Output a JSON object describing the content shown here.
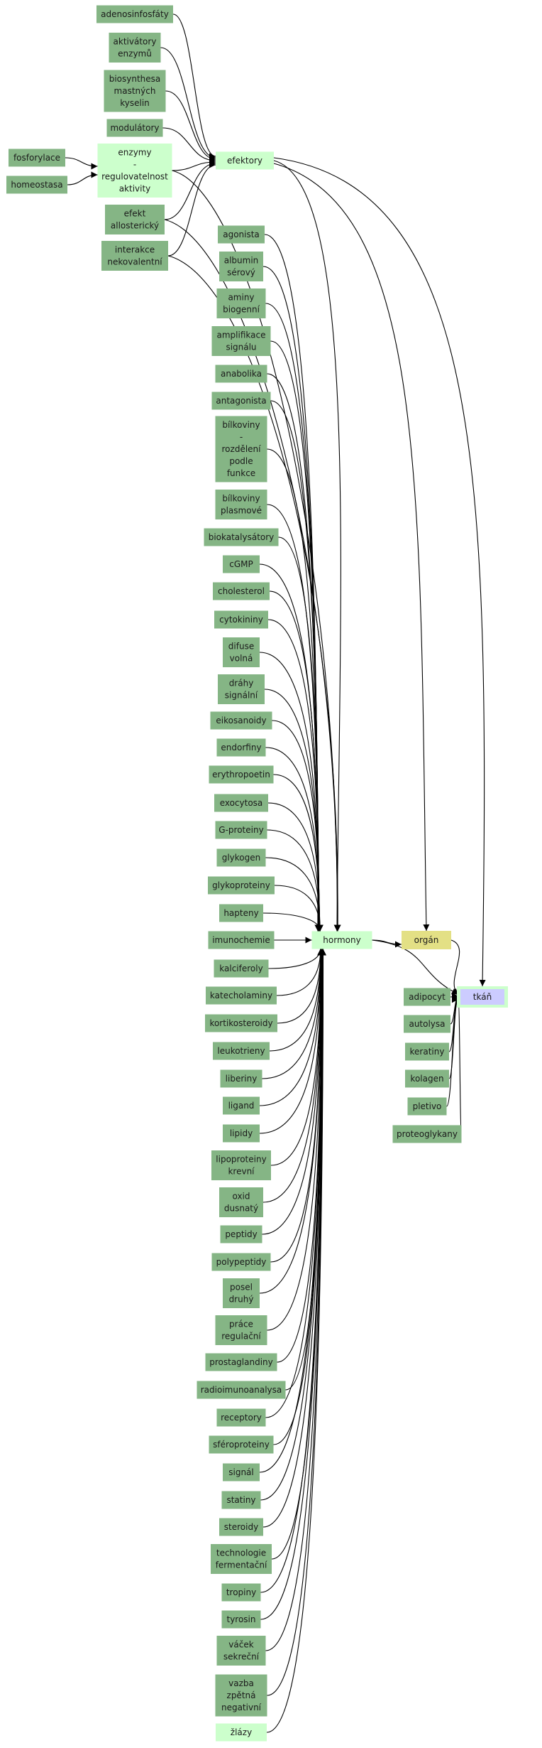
{
  "colors": {
    "source": "#85b585",
    "hub": "#ccffcc",
    "organ": "#e3e085",
    "tissue": "#ccccff",
    "tissue_border": "#ccffcc",
    "edge": "#000000"
  },
  "nodes": [
    {
      "id": "adenosinfosfaty",
      "lines": [
        "adenosinfosfáty"
      ],
      "kind": "source"
    },
    {
      "id": "aktivatory",
      "lines": [
        "aktivátory",
        "enzymů"
      ],
      "kind": "source"
    },
    {
      "id": "biosynthesa",
      "lines": [
        "biosynthesa",
        "mastných",
        "kyselin"
      ],
      "kind": "source"
    },
    {
      "id": "modulatory",
      "lines": [
        "modulátory"
      ],
      "kind": "source"
    },
    {
      "id": "fosforylace",
      "lines": [
        "fosforylace"
      ],
      "kind": "source"
    },
    {
      "id": "homeostasa",
      "lines": [
        "homeostasa"
      ],
      "kind": "source"
    },
    {
      "id": "enzymy",
      "lines": [
        "enzymy",
        "-",
        "regulovatelnost",
        "aktivity"
      ],
      "kind": "hub"
    },
    {
      "id": "efekt",
      "lines": [
        "efekt",
        "allosterický"
      ],
      "kind": "source"
    },
    {
      "id": "interakce",
      "lines": [
        "interakce",
        "nekovalentní"
      ],
      "kind": "source"
    },
    {
      "id": "efektory",
      "lines": [
        "efektory"
      ],
      "kind": "hub"
    },
    {
      "id": "agonista",
      "lines": [
        "agonista"
      ],
      "kind": "source"
    },
    {
      "id": "albumin",
      "lines": [
        "albumin",
        "sérový"
      ],
      "kind": "source"
    },
    {
      "id": "aminy",
      "lines": [
        "aminy",
        "biogenní"
      ],
      "kind": "source"
    },
    {
      "id": "amplifikace",
      "lines": [
        "amplifikace",
        "signálu"
      ],
      "kind": "source"
    },
    {
      "id": "anabolika",
      "lines": [
        "anabolika"
      ],
      "kind": "source"
    },
    {
      "id": "antagonista",
      "lines": [
        "antagonista"
      ],
      "kind": "source"
    },
    {
      "id": "bilkoviny_rozdeleni",
      "lines": [
        "bílkoviny",
        "-",
        "rozdělení",
        "podle",
        "funkce"
      ],
      "kind": "source"
    },
    {
      "id": "bilkoviny_plasmove",
      "lines": [
        "bílkoviny",
        "plasmové"
      ],
      "kind": "source"
    },
    {
      "id": "biokatalysatory",
      "lines": [
        "biokatalysátory"
      ],
      "kind": "source"
    },
    {
      "id": "cgmp",
      "lines": [
        "cGMP"
      ],
      "kind": "source"
    },
    {
      "id": "cholesterol",
      "lines": [
        "cholesterol"
      ],
      "kind": "source"
    },
    {
      "id": "cytokininy",
      "lines": [
        "cytokininy"
      ],
      "kind": "source"
    },
    {
      "id": "difuse",
      "lines": [
        "difuse",
        "volná"
      ],
      "kind": "source"
    },
    {
      "id": "drahy",
      "lines": [
        "dráhy",
        "signální"
      ],
      "kind": "source"
    },
    {
      "id": "eikosanoidy",
      "lines": [
        "eikosanoidy"
      ],
      "kind": "source"
    },
    {
      "id": "endorfiny",
      "lines": [
        "endorfiny"
      ],
      "kind": "source"
    },
    {
      "id": "erythropoetin",
      "lines": [
        "erythropoetin"
      ],
      "kind": "source"
    },
    {
      "id": "exocytosa",
      "lines": [
        "exocytosa"
      ],
      "kind": "source"
    },
    {
      "id": "gproteiny",
      "lines": [
        "G-proteiny"
      ],
      "kind": "source"
    },
    {
      "id": "glykogen",
      "lines": [
        "glykogen"
      ],
      "kind": "source"
    },
    {
      "id": "glykoproteiny",
      "lines": [
        "glykoproteiny"
      ],
      "kind": "source"
    },
    {
      "id": "hapteny",
      "lines": [
        "hapteny"
      ],
      "kind": "source"
    },
    {
      "id": "imunochemie",
      "lines": [
        "imunochemie"
      ],
      "kind": "source"
    },
    {
      "id": "kalciferoly",
      "lines": [
        "kalciferoly"
      ],
      "kind": "source"
    },
    {
      "id": "katecholaminy",
      "lines": [
        "katecholaminy"
      ],
      "kind": "source"
    },
    {
      "id": "kortikosteroidy",
      "lines": [
        "kortikosteroidy"
      ],
      "kind": "source"
    },
    {
      "id": "leukotrieny",
      "lines": [
        "leukotrieny"
      ],
      "kind": "source"
    },
    {
      "id": "liberiny",
      "lines": [
        "liberiny"
      ],
      "kind": "source"
    },
    {
      "id": "ligand",
      "lines": [
        "ligand"
      ],
      "kind": "source"
    },
    {
      "id": "lipidy",
      "lines": [
        "lipidy"
      ],
      "kind": "source"
    },
    {
      "id": "lipoproteiny",
      "lines": [
        "lipoproteiny",
        "krevní"
      ],
      "kind": "source"
    },
    {
      "id": "oxid",
      "lines": [
        "oxid",
        "dusnatý"
      ],
      "kind": "source"
    },
    {
      "id": "peptidy",
      "lines": [
        "peptidy"
      ],
      "kind": "source"
    },
    {
      "id": "polypeptidy",
      "lines": [
        "polypeptidy"
      ],
      "kind": "source"
    },
    {
      "id": "posel",
      "lines": [
        "posel",
        "druhý"
      ],
      "kind": "source"
    },
    {
      "id": "prace",
      "lines": [
        "práce",
        "regulační"
      ],
      "kind": "source"
    },
    {
      "id": "prostaglandiny",
      "lines": [
        "prostaglandiny"
      ],
      "kind": "source"
    },
    {
      "id": "radioimunoanalysa",
      "lines": [
        "radioimunoanalysa"
      ],
      "kind": "source"
    },
    {
      "id": "receptory",
      "lines": [
        "receptory"
      ],
      "kind": "source"
    },
    {
      "id": "steroproteiny",
      "lines": [
        "sféroproteiny"
      ],
      "kind": "source"
    },
    {
      "id": "signal",
      "lines": [
        "signál"
      ],
      "kind": "source"
    },
    {
      "id": "statiny",
      "lines": [
        "statiny"
      ],
      "kind": "source"
    },
    {
      "id": "steroidy",
      "lines": [
        "steroidy"
      ],
      "kind": "source"
    },
    {
      "id": "technologie",
      "lines": [
        "technologie",
        "fermentační"
      ],
      "kind": "source"
    },
    {
      "id": "tropiny",
      "lines": [
        "tropiny"
      ],
      "kind": "source"
    },
    {
      "id": "tyrosin",
      "lines": [
        "tyrosin"
      ],
      "kind": "source"
    },
    {
      "id": "vacek",
      "lines": [
        "váček",
        "sekreční"
      ],
      "kind": "source"
    },
    {
      "id": "vazba",
      "lines": [
        "vazba",
        "zpětná",
        "negativní"
      ],
      "kind": "source"
    },
    {
      "id": "zlazy",
      "lines": [
        "žlázy"
      ],
      "kind": "hub"
    },
    {
      "id": "hormony",
      "lines": [
        "hormony"
      ],
      "kind": "hub"
    },
    {
      "id": "organ",
      "lines": [
        "orgán"
      ],
      "kind": "organ"
    },
    {
      "id": "adipocyt",
      "lines": [
        "adipocyt"
      ],
      "kind": "source"
    },
    {
      "id": "autolysa",
      "lines": [
        "autolysa"
      ],
      "kind": "source"
    },
    {
      "id": "keratiny",
      "lines": [
        "keratiny"
      ],
      "kind": "source"
    },
    {
      "id": "kolagen",
      "lines": [
        "kolagen"
      ],
      "kind": "source"
    },
    {
      "id": "pletivo",
      "lines": [
        "pletivo"
      ],
      "kind": "source"
    },
    {
      "id": "proteoglykany",
      "lines": [
        "proteoglykany"
      ],
      "kind": "source"
    },
    {
      "id": "tkan",
      "lines": [
        "tkáň"
      ],
      "kind": "tissue"
    }
  ],
  "edges": [
    [
      "adenosinfosfaty",
      "efektory"
    ],
    [
      "aktivatory",
      "efektory"
    ],
    [
      "biosynthesa",
      "efektory"
    ],
    [
      "modulatory",
      "efektory"
    ],
    [
      "enzymy",
      "efektory"
    ],
    [
      "efekt",
      "efektory"
    ],
    [
      "interakce",
      "efektory"
    ],
    [
      "fosforylace",
      "enzymy"
    ],
    [
      "homeostasa",
      "enzymy"
    ],
    [
      "efektory",
      "hormony"
    ],
    [
      "efektory",
      "organ"
    ],
    [
      "efektory",
      "tkan"
    ],
    [
      "enzymy",
      "hormony"
    ],
    [
      "efekt",
      "hormony"
    ],
    [
      "interakce",
      "hormony"
    ],
    [
      "agonista",
      "hormony"
    ],
    [
      "albumin",
      "hormony"
    ],
    [
      "aminy",
      "hormony"
    ],
    [
      "amplifikace",
      "hormony"
    ],
    [
      "anabolika",
      "hormony"
    ],
    [
      "antagonista",
      "hormony"
    ],
    [
      "bilkoviny_rozdeleni",
      "hormony"
    ],
    [
      "bilkoviny_plasmove",
      "hormony"
    ],
    [
      "biokatalysatory",
      "hormony"
    ],
    [
      "cgmp",
      "hormony"
    ],
    [
      "cholesterol",
      "hormony"
    ],
    [
      "cytokininy",
      "hormony"
    ],
    [
      "difuse",
      "hormony"
    ],
    [
      "drahy",
      "hormony"
    ],
    [
      "eikosanoidy",
      "hormony"
    ],
    [
      "endorfiny",
      "hormony"
    ],
    [
      "erythropoetin",
      "hormony"
    ],
    [
      "exocytosa",
      "hormony"
    ],
    [
      "gproteiny",
      "hormony"
    ],
    [
      "glykogen",
      "hormony"
    ],
    [
      "glykoproteiny",
      "hormony"
    ],
    [
      "hapteny",
      "hormony"
    ],
    [
      "imunochemie",
      "hormony"
    ],
    [
      "kalciferoly",
      "hormony"
    ],
    [
      "katecholaminy",
      "hormony"
    ],
    [
      "kortikosteroidy",
      "hormony"
    ],
    [
      "leukotrieny",
      "hormony"
    ],
    [
      "liberiny",
      "hormony"
    ],
    [
      "ligand",
      "hormony"
    ],
    [
      "lipidy",
      "hormony"
    ],
    [
      "lipoproteiny",
      "hormony"
    ],
    [
      "oxid",
      "hormony"
    ],
    [
      "peptidy",
      "hormony"
    ],
    [
      "polypeptidy",
      "hormony"
    ],
    [
      "posel",
      "hormony"
    ],
    [
      "prace",
      "hormony"
    ],
    [
      "prostaglandiny",
      "hormony"
    ],
    [
      "radioimunoanalysa",
      "hormony"
    ],
    [
      "receptory",
      "hormony"
    ],
    [
      "steroproteiny",
      "hormony"
    ],
    [
      "signal",
      "hormony"
    ],
    [
      "statiny",
      "hormony"
    ],
    [
      "steroidy",
      "hormony"
    ],
    [
      "technologie",
      "hormony"
    ],
    [
      "tropiny",
      "hormony"
    ],
    [
      "tyrosin",
      "hormony"
    ],
    [
      "vacek",
      "hormony"
    ],
    [
      "vazba",
      "hormony"
    ],
    [
      "zlazy",
      "hormony"
    ],
    [
      "hormony",
      "organ"
    ],
    [
      "hormony",
      "tkan"
    ],
    [
      "organ",
      "tkan"
    ],
    [
      "adipocyt",
      "tkan"
    ],
    [
      "autolysa",
      "tkan"
    ],
    [
      "keratiny",
      "tkan"
    ],
    [
      "kolagen",
      "tkan"
    ],
    [
      "pletivo",
      "tkan"
    ],
    [
      "proteoglykany",
      "tkan"
    ]
  ]
}
